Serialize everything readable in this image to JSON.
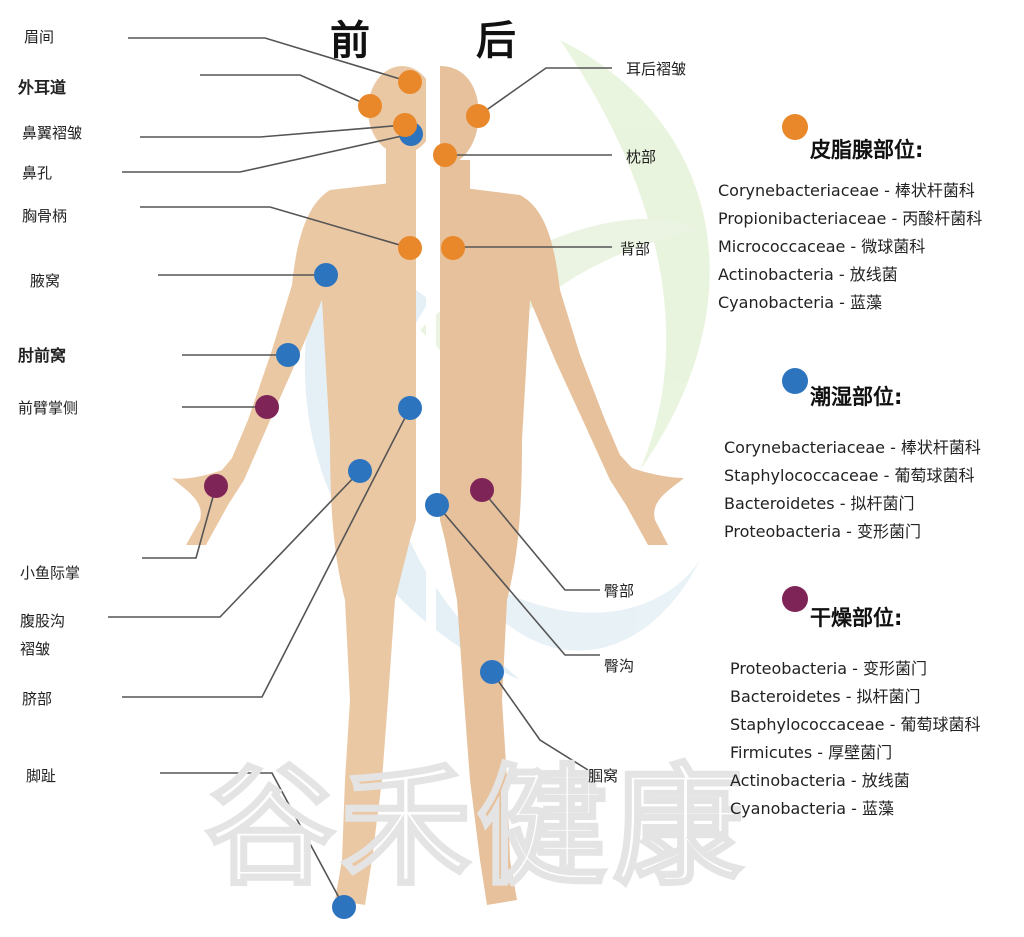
{
  "titles": {
    "front": "前",
    "back": "后"
  },
  "colors": {
    "oily": "#e8882a",
    "moist": "#2d74be",
    "dry": "#7f2457",
    "skin": "#ebc8a4",
    "line": "#555555"
  },
  "front_labels": [
    {
      "id": "meijian",
      "text": "眉间",
      "type": "oily"
    },
    {
      "id": "waierdao",
      "text": "外耳道",
      "type": "oily"
    },
    {
      "id": "biyizhezhou",
      "text": "鼻翼褶皱",
      "type": "oily"
    },
    {
      "id": "bikong",
      "text": "鼻孔",
      "type": "moist"
    },
    {
      "id": "xiongguobing",
      "text": "胸骨柄",
      "type": "oily"
    },
    {
      "id": "yewo",
      "text": "腋窝",
      "type": "moist"
    },
    {
      "id": "zhouqianwo",
      "text": "肘前窝",
      "type": "moist"
    },
    {
      "id": "qianbizhangce",
      "text": "前臂掌侧",
      "type": "dry"
    },
    {
      "id": "xiaoyujizhang",
      "text": "小鱼际掌",
      "type": "dry"
    },
    {
      "id": "fugugou",
      "text": "腹股沟",
      "type": "moist"
    },
    {
      "id": "fugugou2",
      "text": "褶皱",
      "type": "moist"
    },
    {
      "id": "qibu",
      "text": "脐部",
      "type": "moist"
    },
    {
      "id": "jiaozhi",
      "text": "脚趾",
      "type": "moist"
    }
  ],
  "back_labels": [
    {
      "id": "erhouzhezhou",
      "text": "耳后褶皱",
      "type": "oily"
    },
    {
      "id": "zhenbu",
      "text": "枕部",
      "type": "oily"
    },
    {
      "id": "beibu",
      "text": "背部",
      "type": "oily"
    },
    {
      "id": "tunbu",
      "text": "臀部",
      "type": "dry"
    },
    {
      "id": "tungou",
      "text": "臀沟",
      "type": "moist"
    },
    {
      "id": "guowo",
      "text": "腘窝",
      "type": "moist"
    }
  ],
  "legend": [
    {
      "type": "oily",
      "title": "皮脂腺部位:",
      "items": [
        "Corynebacteriaceae - 棒状杆菌科",
        "Propionibacteriaceae - 丙酸杆菌科",
        "Micrococcaceae - 微球菌科",
        "Actinobacteria - 放线菌",
        "Cyanobacteria - 蓝藻"
      ]
    },
    {
      "type": "moist",
      "title": "潮湿部位:",
      "items": [
        "Corynebacteriaceae - 棒状杆菌科",
        "Staphylococcaceae - 葡萄球菌科",
        "Bacteroidetes - 拟杆菌门",
        "Proteobacteria - 变形菌门"
      ]
    },
    {
      "type": "dry",
      "title": "干燥部位:",
      "items": [
        "Proteobacteria - 变形菌门",
        "Bacteroidetes - 拟杆菌门",
        "Staphylococcaceae - 葡萄球菌科",
        "Firmicutes - 厚壁菌门",
        "Actinobacteria - 放线菌",
        "Cyanobacteria - 蓝藻"
      ]
    }
  ],
  "watermark": "谷禾健康"
}
